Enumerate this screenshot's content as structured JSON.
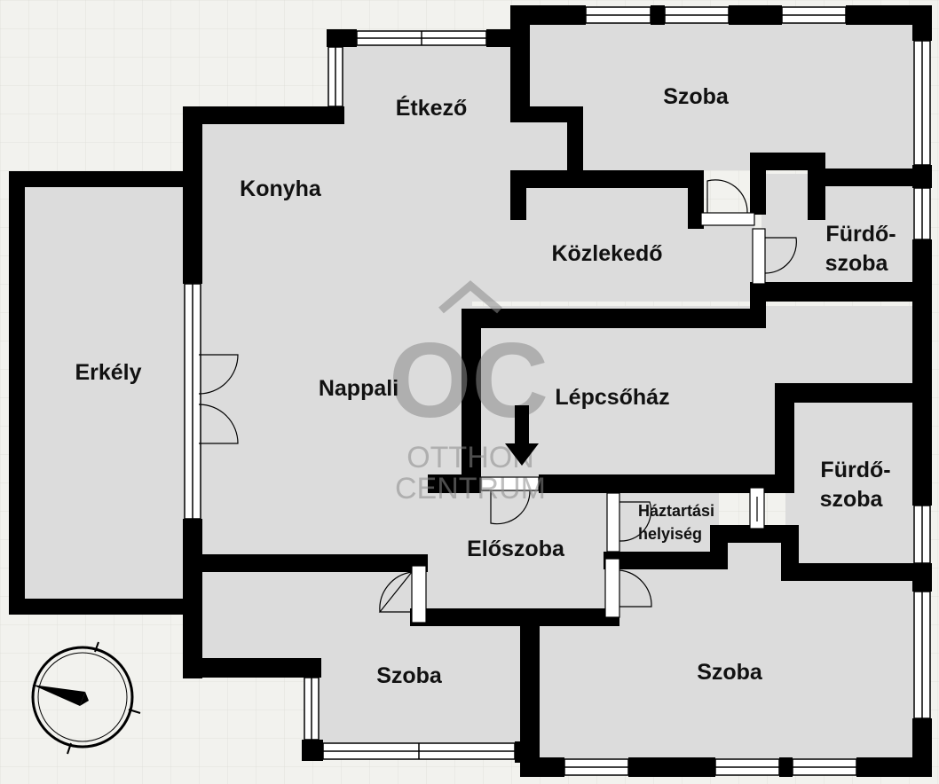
{
  "colors": {
    "background": "#f2f2ee",
    "grid": "#e1e1dc",
    "floor": "#dcdcdc",
    "wall": "#000000",
    "window_frame": "#ffffff",
    "watermark": "#8c8c8c"
  },
  "rooms": {
    "etkezo": "Étkező",
    "szoba_top": "Szoba",
    "konyha": "Konyha",
    "kozlekedo": "Közlekedő",
    "furdo_top_1": "Fürdő-",
    "furdo_top_2": "szoba",
    "erkely": "Erkély",
    "nappali": "Nappali",
    "lepcsohaz": "Lépcsőház",
    "furdo_mid_1": "Fürdő-",
    "furdo_mid_2": "szoba",
    "haztartasi_1": "Háztartási",
    "haztartasi_2": "helyiség",
    "eloszoba": "Előszoba",
    "szoba_bottom_left": "Szoba",
    "szoba_bottom_right": "Szoba"
  },
  "watermark": {
    "logo_text": "OC",
    "line1": "OTTHON",
    "line2": "CENTRUM"
  },
  "icons": {
    "compass": "compass-icon",
    "entrance_arrow": "entrance-arrow-icon"
  }
}
